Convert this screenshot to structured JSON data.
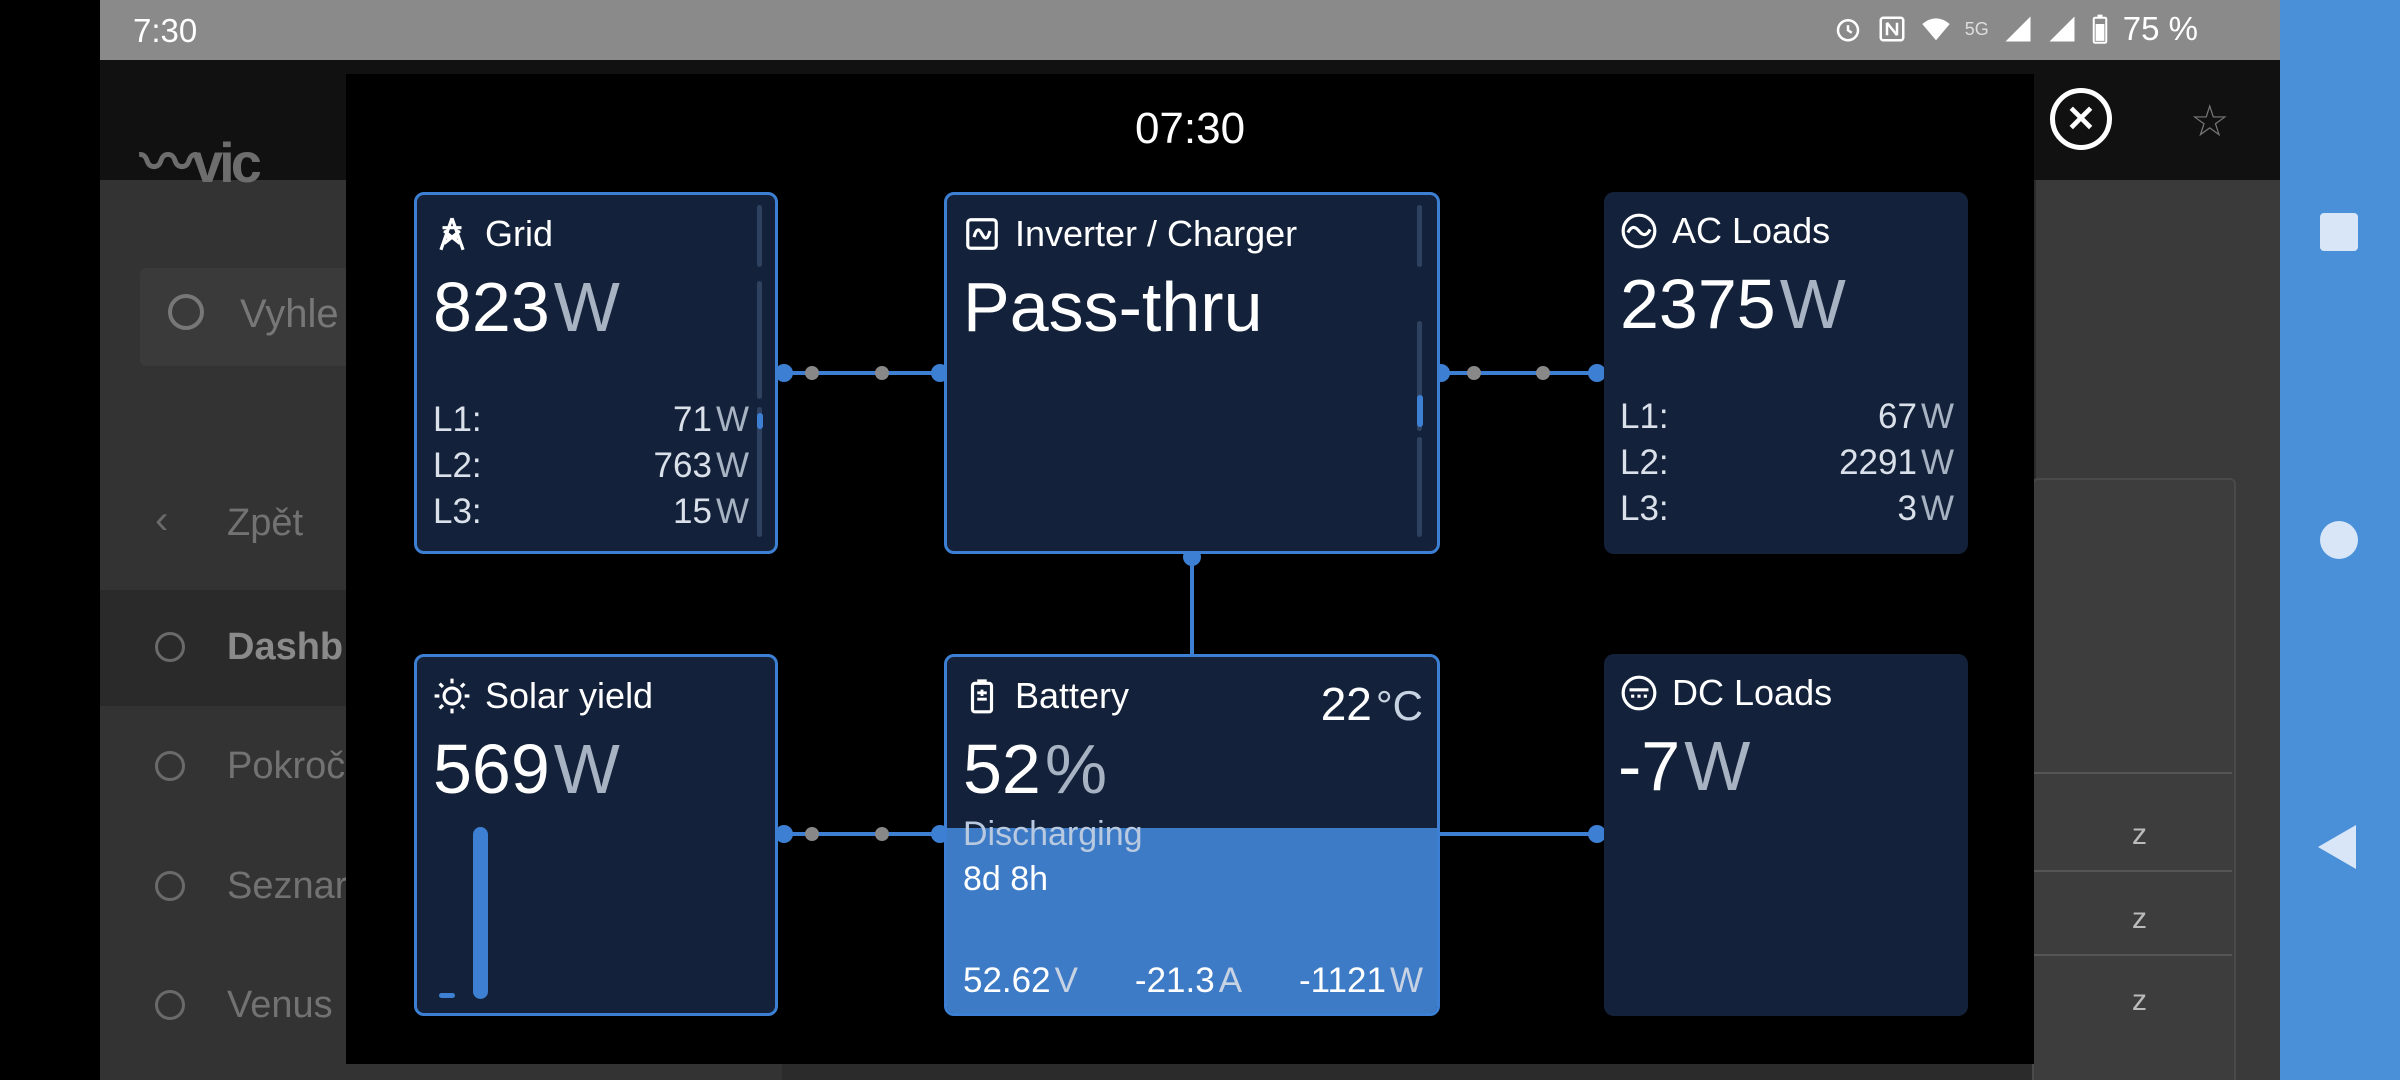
{
  "status_bar": {
    "time": "7:30",
    "network": "5G",
    "battery": "75 %",
    "icons": [
      "alarm-icon",
      "nfc-icon",
      "wifi-icon",
      "signal-icon",
      "signal-icon",
      "battery-icon"
    ]
  },
  "background_app": {
    "logo_text": "vic",
    "search_placeholder": "Vyhle",
    "menu": {
      "back": "Zpět",
      "dashboard": "Dashb",
      "advanced": "Pokroč",
      "list": "Seznar",
      "venus": "Venus"
    },
    "right_rows": [
      "z",
      "z",
      "z"
    ]
  },
  "overlay": {
    "clock": "07:30",
    "grid": {
      "title": "Grid",
      "value": "823",
      "unit": "W",
      "phases": [
        {
          "label": "L1:",
          "value": "71",
          "unit": "W"
        },
        {
          "label": "L2:",
          "value": "763",
          "unit": "W"
        },
        {
          "label": "L3:",
          "value": "15",
          "unit": "W"
        }
      ]
    },
    "inverter": {
      "title": "Inverter / Charger",
      "state": "Pass-thru"
    },
    "ac_loads": {
      "title": "AC Loads",
      "value": "2375",
      "unit": "W",
      "phases": [
        {
          "label": "L1:",
          "value": "67",
          "unit": "W"
        },
        {
          "label": "L2:",
          "value": "2291",
          "unit": "W"
        },
        {
          "label": "L3:",
          "value": "3",
          "unit": "W"
        }
      ]
    },
    "solar": {
      "title": "Solar yield",
      "value": "569",
      "unit": "W"
    },
    "battery": {
      "title": "Battery",
      "soc": "52",
      "soc_unit": "%",
      "soc_fraction": 0.52,
      "temp": "22",
      "temp_unit": "°C",
      "status": "Discharging",
      "time_to_go": "8d 8h",
      "voltage": "52.62",
      "voltage_unit": "V",
      "current": "-21.3",
      "current_unit": "A",
      "power": "-1121",
      "power_unit": "W"
    },
    "dc_loads": {
      "title": "DC Loads",
      "value": "-7",
      "unit": "W"
    }
  },
  "colors": {
    "accent": "#3d7fd3",
    "card_bg": "#13223a",
    "nav_bar": "#4a90d9"
  }
}
